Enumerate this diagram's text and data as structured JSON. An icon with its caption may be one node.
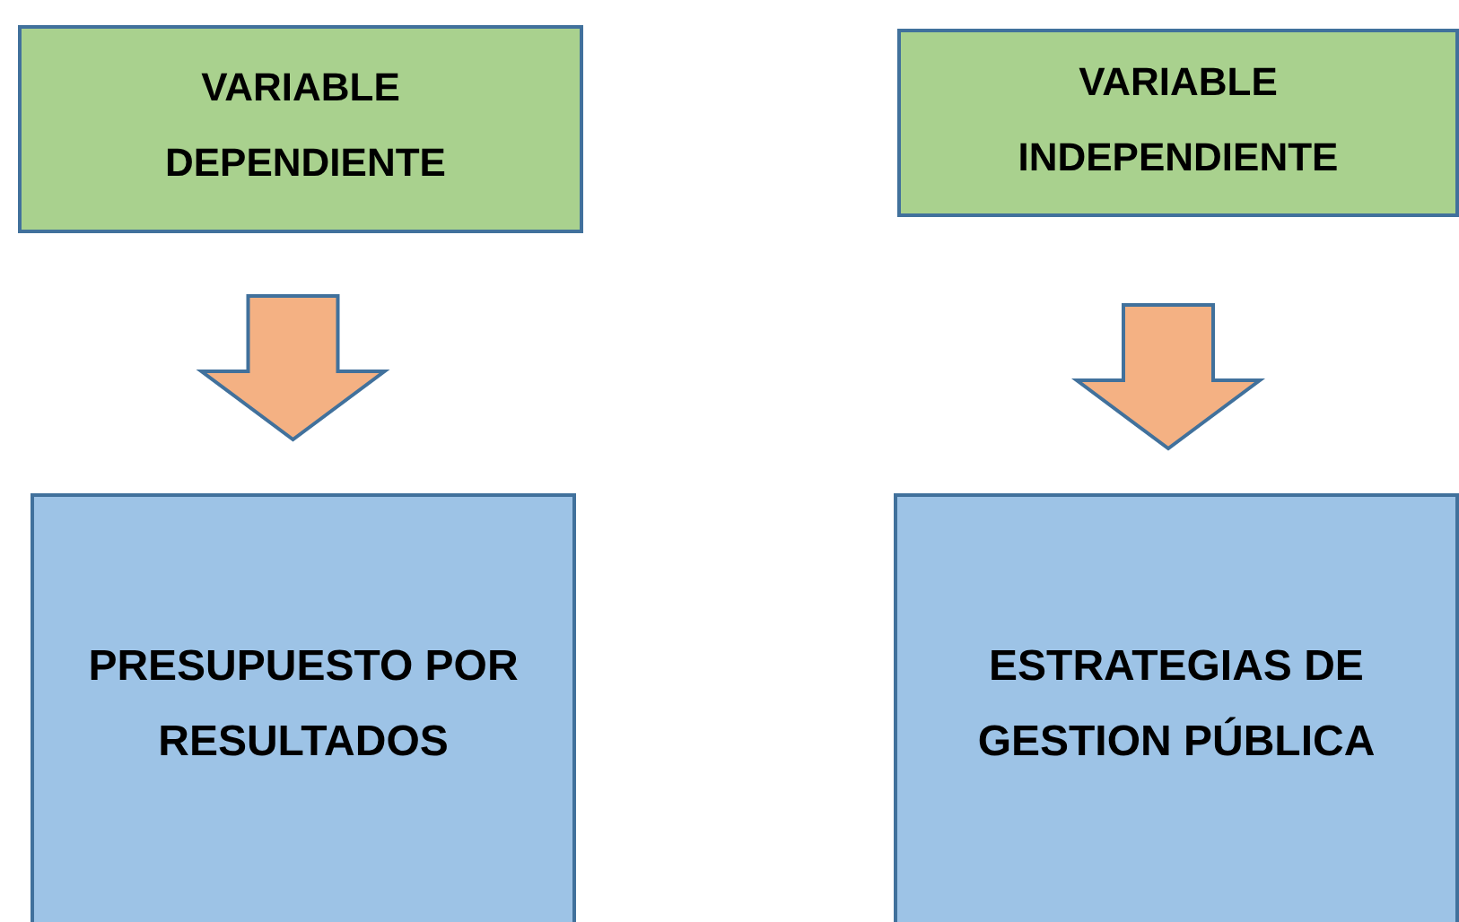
{
  "diagram": {
    "nodes": [
      {
        "text": [
          "VARIABLE DEPENDIENTE"
        ]
      },
      {
        "text": [
          "VARIABLE INDEPENDIENTE"
        ]
      },
      {
        "text": [
          "PRESUPUESTO POR RESULTADOS"
        ]
      },
      {
        "text": [
          "ESTRATEGIAS DE GESTION PÚBLICA"
        ]
      }
    ],
    "edges": [
      {
        "from": 0,
        "to": 2,
        "arrow": "to"
      },
      {
        "from": 1,
        "to": 3,
        "arrow": "to"
      }
    ]
  }
}
